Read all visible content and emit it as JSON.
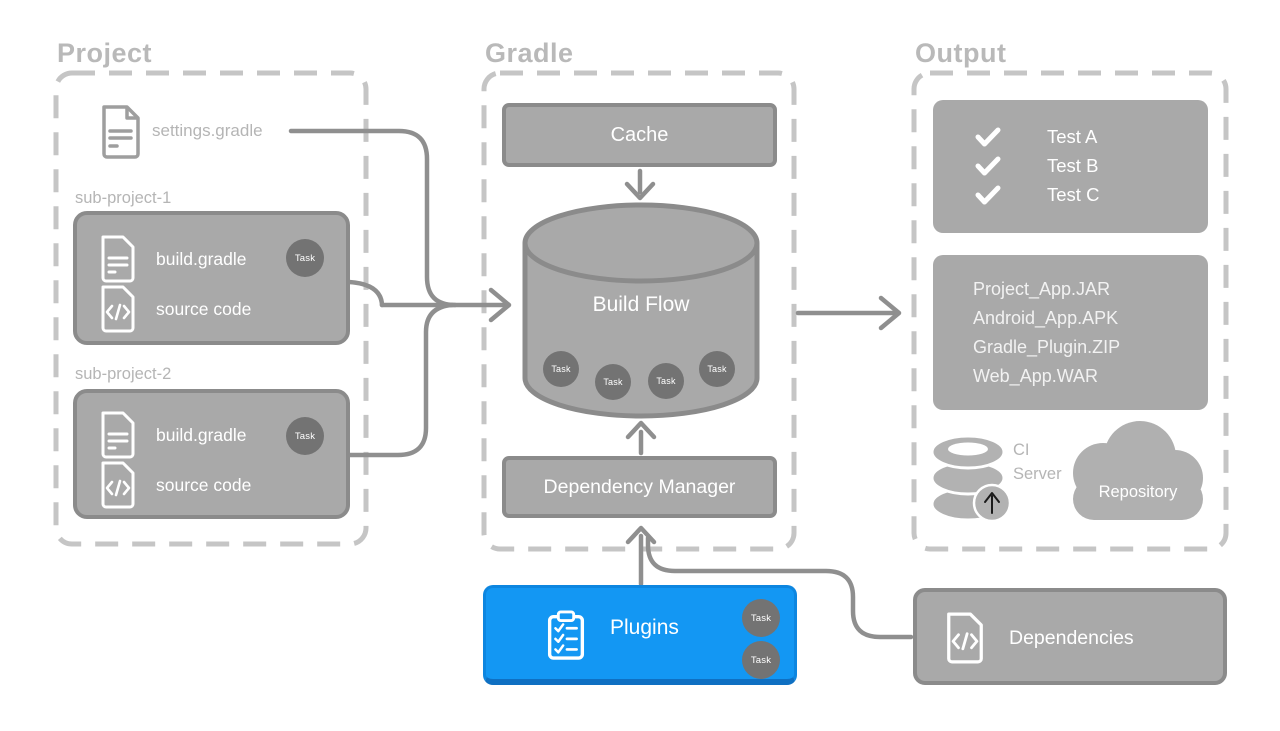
{
  "sections": {
    "project": {
      "title": "Project",
      "settings_file": "settings.gradle",
      "subproject1": {
        "name": "sub-project-1",
        "file1": "build.gradle",
        "file2": "source code",
        "task": "Task"
      },
      "subproject2": {
        "name": "sub-project-2",
        "file1": "build.gradle",
        "file2": "source code",
        "task": "Task"
      }
    },
    "gradle": {
      "title": "Gradle",
      "cache": "Cache",
      "build_flow": "Build Flow",
      "tasks": [
        "Task",
        "Task",
        "Task",
        "Task"
      ],
      "dependency_manager": "Dependency Manager",
      "plugins": {
        "label": "Plugins",
        "tasks": [
          "Task",
          "Task"
        ]
      }
    },
    "output": {
      "title": "Output",
      "tests": [
        "Test A",
        "Test B",
        "Test C"
      ],
      "artifacts": [
        "Project_App.JAR",
        "Android_App.APK",
        "Gradle_Plugin.ZIP",
        "Web_App.WAR"
      ],
      "ci_server_line1": "CI",
      "ci_server_line2": "Server",
      "repository": "Repository",
      "dependencies": "Dependencies"
    }
  },
  "colors": {
    "node_fill": "#a9a9a9",
    "node_border": "#8b8b8b",
    "dashed_border": "#c5c5c5",
    "connector": "#8f8f8f",
    "task_circle": "#737373",
    "plugins_blue": "#1397f3",
    "plugins_blue_dark": "#0f70c2",
    "label_gray": "#b5b5b5",
    "text_white": "#ffffff"
  }
}
